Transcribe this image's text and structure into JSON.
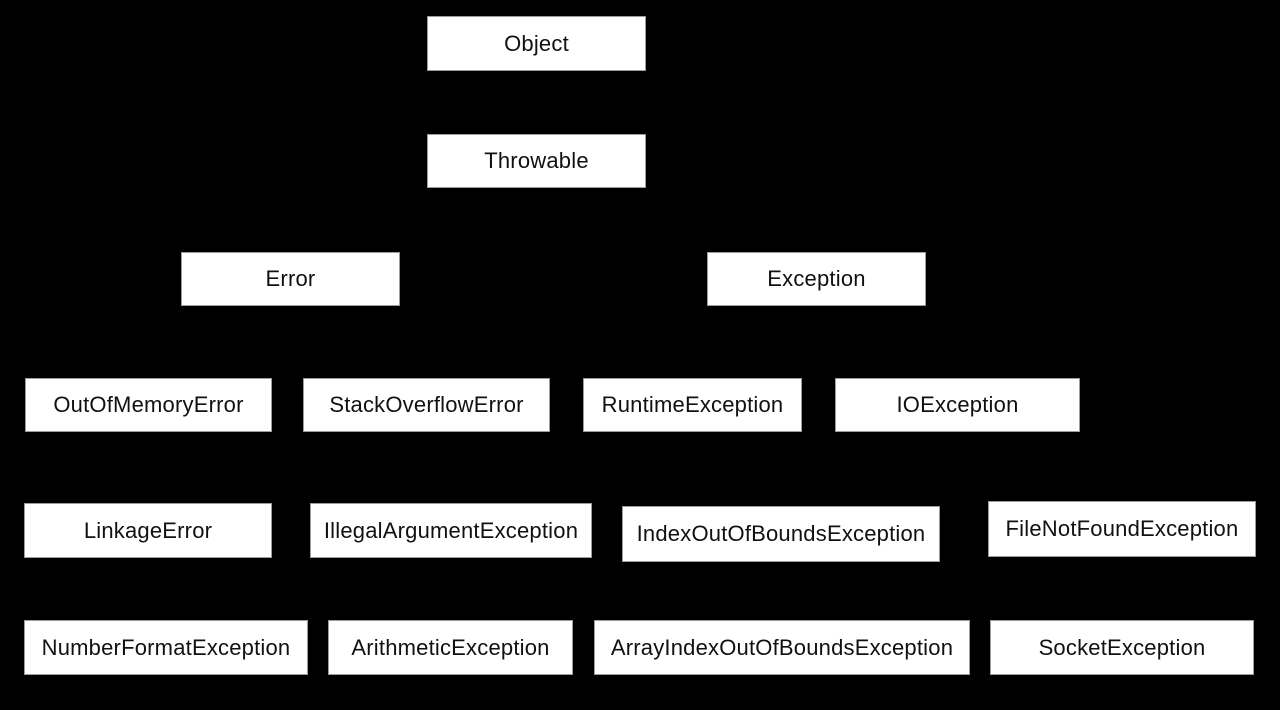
{
  "diagram": {
    "type": "class-hierarchy",
    "background_color": "#000000",
    "node_fill_color": "#ffffff",
    "node_border_color": "#9b9b9b",
    "node_text_color": "#111111",
    "nodes": [
      {
        "label": "Object"
      },
      {
        "label": "Throwable"
      },
      {
        "label": "Error"
      },
      {
        "label": "Exception"
      },
      {
        "label": "OutOfMemoryError"
      },
      {
        "label": "StackOverflowError"
      },
      {
        "label": "RuntimeException"
      },
      {
        "label": "IOException"
      },
      {
        "label": "LinkageError"
      },
      {
        "label": "IllegalArgumentException"
      },
      {
        "label": "IndexOutOfBoundsException"
      },
      {
        "label": "FileNotFoundException"
      },
      {
        "label": "NumberFormatException"
      },
      {
        "label": "ArithmeticException"
      },
      {
        "label": "ArrayIndexOutOfBoundsException"
      },
      {
        "label": "SocketException"
      }
    ]
  }
}
